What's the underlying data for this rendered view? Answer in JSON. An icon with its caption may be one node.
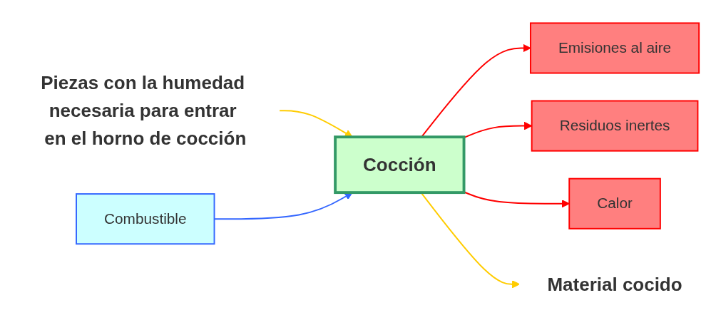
{
  "diagram": {
    "nodes": [
      {
        "text": [
          "Piezas con la humedad necesaria para entrar en el horno de cocción"
        ]
      },
      {
        "text": [
          "Combustible"
        ]
      },
      {
        "text": [
          "Cocción"
        ]
      },
      {
        "text": [
          "Emisiones al aire"
        ]
      },
      {
        "text": [
          "Residuos inertes"
        ]
      },
      {
        "text": [
          "Calor"
        ]
      },
      {
        "text": [
          "Material cocido"
        ]
      }
    ],
    "edges": [
      {
        "from": 0,
        "to": 2,
        "arrow": "to",
        "color": "#ffcc00"
      },
      {
        "from": 1,
        "to": 2,
        "arrow": "to",
        "color": "#3366ff"
      },
      {
        "from": 2,
        "to": 3,
        "arrow": "to",
        "color": "#ff0000"
      },
      {
        "from": 2,
        "to": 4,
        "arrow": "to",
        "color": "#ff0000"
      },
      {
        "from": 2,
        "to": 5,
        "arrow": "to",
        "color": "#ff0000"
      },
      {
        "from": 2,
        "to": 6,
        "arrow": "to",
        "color": "#ffcc00"
      }
    ]
  }
}
